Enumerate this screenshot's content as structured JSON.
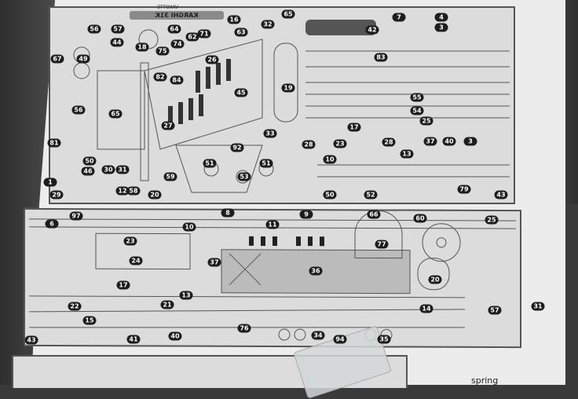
{
  "sheet": {
    "mirrored_title": "KARGHI 31K",
    "mirrored_subtitle": "VAKOTTE",
    "caption_fragment": "spring"
  },
  "top_panel_parts": [
    "56",
    "57",
    "64",
    "16",
    "63",
    "32",
    "65",
    "7",
    "4",
    "3",
    "44",
    "18",
    "62",
    "71",
    "74",
    "75",
    "67",
    "49",
    "83",
    "26",
    "42",
    "82",
    "84",
    "45",
    "19",
    "55",
    "54",
    "56",
    "65",
    "25",
    "17",
    "37",
    "40",
    "3",
    "33",
    "28",
    "23",
    "28",
    "92",
    "13",
    "10",
    "81",
    "50",
    "51",
    "51",
    "30",
    "31",
    "46",
    "59",
    "53",
    "1",
    "12",
    "58",
    "20",
    "50",
    "52",
    "79",
    "43",
    "29",
    "27"
  ],
  "bottom_panel_parts": [
    "97",
    "8",
    "9",
    "66",
    "60",
    "6",
    "10",
    "11",
    "23",
    "77",
    "24",
    "36",
    "37",
    "17",
    "20",
    "13",
    "21",
    "22",
    "15",
    "76",
    "34",
    "94",
    "35",
    "41",
    "40",
    "43",
    "14",
    "57",
    "31",
    "25"
  ]
}
